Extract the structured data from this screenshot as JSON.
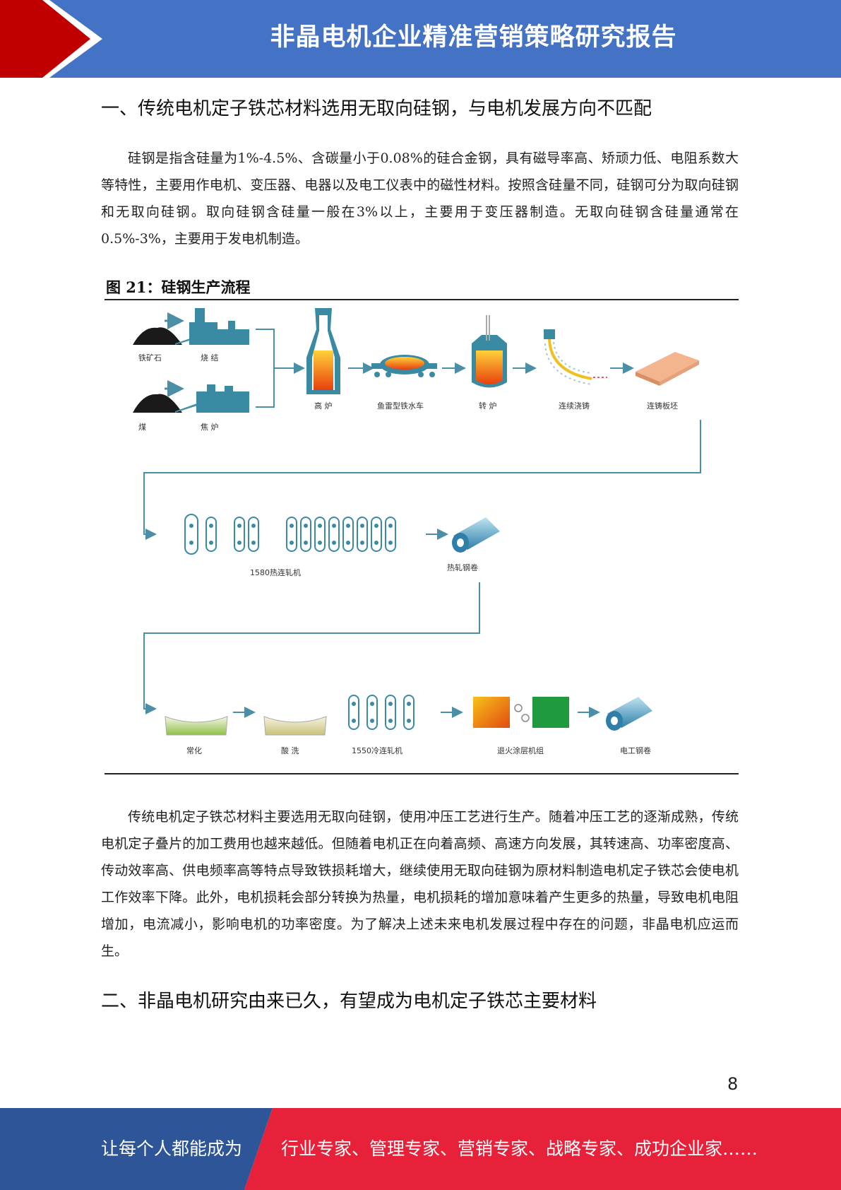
{
  "header": {
    "title": "非晶电机企业精准营销策略研究报告"
  },
  "section1": {
    "heading": "一、传统电机定子铁芯材料选用无取向硅钢，与电机发展方向不匹配",
    "paragraph1": "硅钢是指含硅量为1%-4.5%、含碳量小于0.08%的硅合金钢，具有磁导率高、矫顽力低、电阻系数大等特性，主要用作电机、变压器、电器以及电工仪表中的磁性材料。按照含硅量不同，硅钢可分为取向硅钢和无取向硅钢。取向硅钢含硅量一般在3%以上，主要用于变压器制造。无取向硅钢含硅量通常在0.5%-3%，主要用于发电机制造。",
    "paragraph2": "传统电机定子铁芯材料主要选用无取向硅钢，使用冲压工艺进行生产。随着冲压工艺的逐渐成熟，传统电机定子叠片的加工费用也越来越低。但随着电机正在向着高频、高速方向发展，其转速高、功率密度高、传动效率高、供电频率高等特点导致铁损耗增大，继续使用无取向硅钢为原材料制造电机定子铁芯会使电机工作效率下降。此外，电机损耗会部分转换为热量，电机损耗的增加意味着产生更多的热量，导致电机电阻增加，电流减小，影响电机的功率密度。为了解决上述未来电机发展过程中存在的问题，非晶电机应运而生。"
  },
  "figure": {
    "title": "图 21：硅钢生产流程",
    "labels": {
      "iron_ore": "铁矿石",
      "sinter": "烧 结",
      "coal": "煤",
      "coke_oven": "焦 炉",
      "blast_furnace": "高 炉",
      "torpedo_car": "鱼雷型铁水车",
      "converter": "转 炉",
      "continuous_casting": "连续浇铸",
      "slab": "连铸板坯",
      "hot_mill": "1580热连轧机",
      "hot_coil": "热轧钢卷",
      "normalizing": "常化",
      "pickling": "酸 洗",
      "cold_mill": "1550冷连轧机",
      "annealing_coating": "退火涂层机组",
      "electrical_coil": "电工钢卷"
    }
  },
  "section2": {
    "heading": "二、非晶电机研究由来已久，有望成为电机定子铁芯主要材料"
  },
  "page_number": "8",
  "footer": {
    "left_text": "让每个人都能成为",
    "right_text": "行业专家、管理专家、营销专家、战略专家、成功企业家……"
  },
  "colors": {
    "header_blue": "#4472c4",
    "header_red": "#c00000",
    "footer_blue": "#2e5597",
    "footer_red": "#e8213a",
    "flow_line": "#4a8fa6"
  }
}
